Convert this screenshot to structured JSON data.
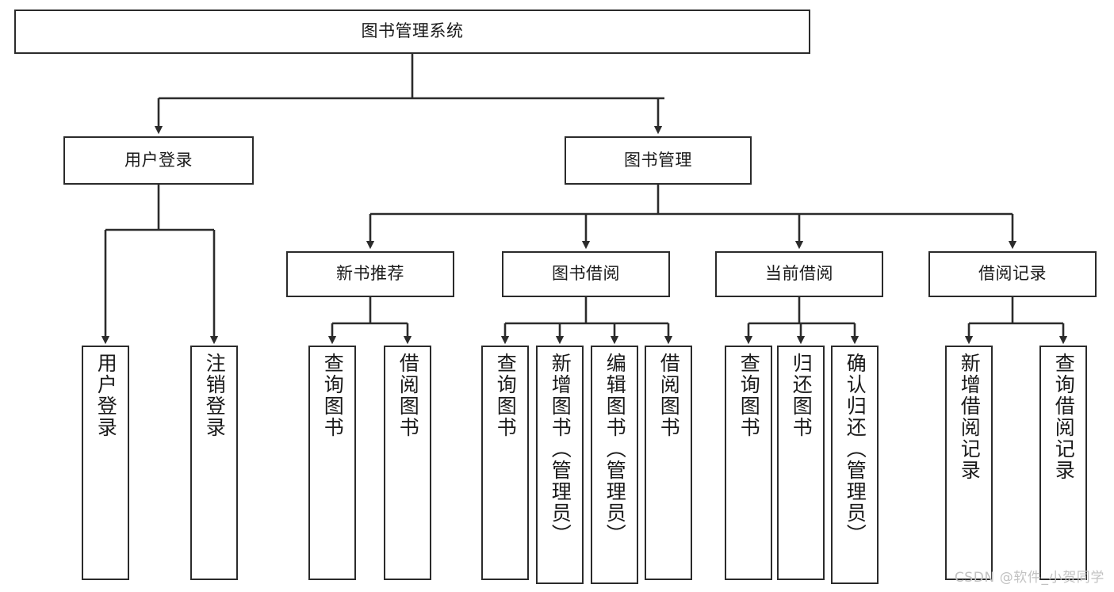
{
  "diagram": {
    "type": "tree",
    "title": "图书管理系统",
    "root": {
      "label": "图书管理系统"
    },
    "level2": [
      {
        "label": "用户登录"
      },
      {
        "label": "图书管理"
      }
    ],
    "level3": [
      {
        "label": "新书推荐"
      },
      {
        "label": "图书借阅"
      },
      {
        "label": "当前借阅"
      },
      {
        "label": "借阅记录"
      }
    ],
    "leaves": {
      "user_login": [
        {
          "label": "用户登录"
        },
        {
          "label": "注销登录"
        }
      ],
      "new_book_recommend": [
        {
          "label": "查询图书"
        },
        {
          "label": "借阅图书"
        }
      ],
      "book_borrow": [
        {
          "label": "查询图书"
        },
        {
          "label": "新增图书（管理员）"
        },
        {
          "label": "编辑图书（管理员）"
        },
        {
          "label": "借阅图书"
        }
      ],
      "current_borrow": [
        {
          "label": "查询图书"
        },
        {
          "label": "归还图书"
        },
        {
          "label": "确认归还（管理员）"
        }
      ],
      "borrow_record": [
        {
          "label": "新增借阅记录"
        },
        {
          "label": "查询借阅记录"
        }
      ]
    }
  },
  "watermark": {
    "text": "CSDN @软件_小贺同学"
  },
  "colors": {
    "stroke": "#2b2b2b",
    "background": "#ffffff",
    "text": "#1a1a1a",
    "watermark": "#c2c2c2"
  }
}
